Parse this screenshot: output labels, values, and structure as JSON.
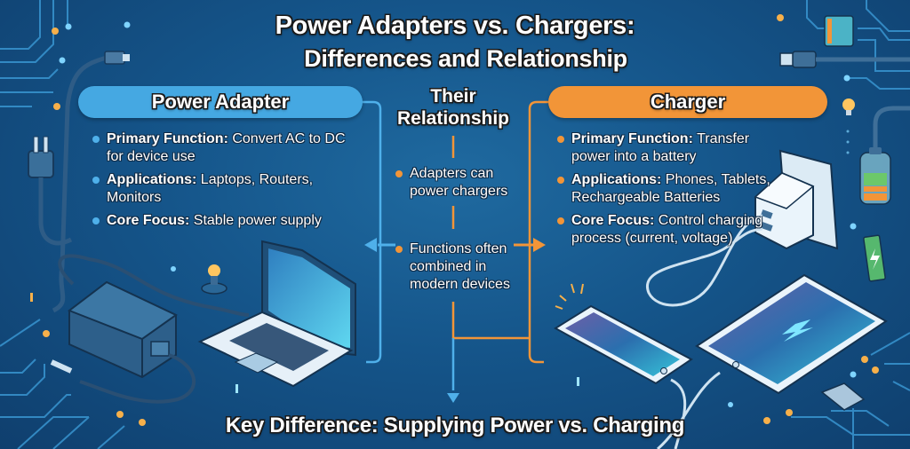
{
  "title": {
    "line1": "Power Adapters vs. Chargers:",
    "line2": "Differences and Relationship"
  },
  "colors": {
    "background": "#15558a",
    "adapter_accent": "#45a8e2",
    "charger_accent": "#f29538"
  },
  "adapter": {
    "header": "Power Adapter",
    "items": [
      {
        "label": "Primary Function:",
        "text": " Convert AC to DC for device use"
      },
      {
        "label": "Applications:",
        "text": " Laptops, Routers, Monitors"
      },
      {
        "label": "Core Focus:",
        "text": " Stable power supply"
      }
    ]
  },
  "relationship": {
    "header_line1": "Their",
    "header_line2": "Relationship",
    "items": [
      {
        "text": "Adapters can power chargers"
      },
      {
        "text": "Functions often combined in modern devices"
      }
    ]
  },
  "charger": {
    "header": "Charger",
    "items": [
      {
        "label": "Primary Function:",
        "text": " Transfer power into a battery"
      },
      {
        "label": "Applications:",
        "text": " Phones, Tablets, Rechargeable Batteries"
      },
      {
        "label": "Core Focus:",
        "text": " Control charging process (current, voltage)"
      }
    ]
  },
  "footer": {
    "key_difference": "Key Difference: Supplying Power vs. Charging"
  },
  "illustrations": [
    "wall-plug-icon",
    "usb-cable-icon",
    "power-brick-icon",
    "laptop-icon",
    "light-bulb-icon",
    "wall-charger-icon",
    "battery-icon",
    "battery-charging-icon",
    "smartphone-icon",
    "tablet-icon",
    "lightning-bolt-icon",
    "circuit-traces"
  ]
}
